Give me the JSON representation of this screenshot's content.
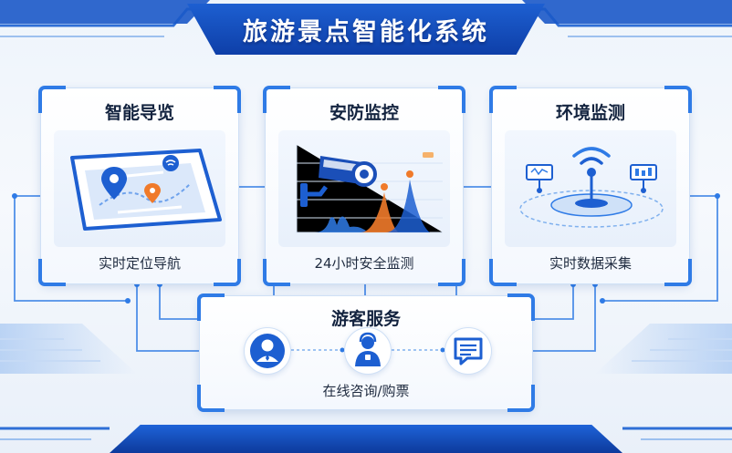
{
  "header": {
    "title": "旅游景点智能化系统"
  },
  "cards": {
    "guide": {
      "title": "智能导览",
      "subtitle": "实时定位导航"
    },
    "security": {
      "title": "安防监控",
      "subtitle": "24小时安全监测"
    },
    "environment": {
      "title": "环境监测",
      "subtitle": "实时数据采集"
    },
    "service": {
      "title": "游客服务",
      "subtitle": "在线咨询/购票"
    }
  },
  "icons": {
    "guide": [
      "map-icon",
      "location-pin-icon",
      "wifi-signal-icon"
    ],
    "security": [
      "security-camera-icon",
      "area-chart-icon"
    ],
    "environment": [
      "wifi-tower-icon",
      "sensor-icon"
    ],
    "service": [
      "staff-avatar-icon",
      "tour-guide-icon",
      "chat-message-icon"
    ]
  },
  "colors": {
    "primary": "#1d5fd1",
    "accent": "#2f7be6",
    "orange": "#f07a2a",
    "text": "#13233f"
  }
}
